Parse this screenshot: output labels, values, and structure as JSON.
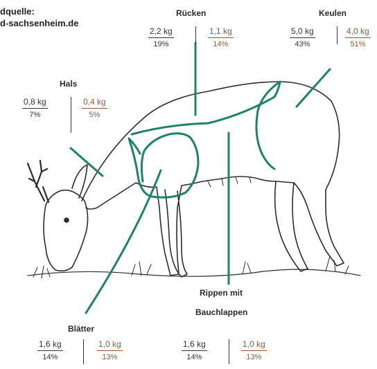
{
  "source_label": [
    "dquelle:",
    "d-sachsenheim.de"
  ],
  "colors": {
    "line": "#1b8466",
    "deer_outline": "#2b2b2b",
    "value_dark": "#333333",
    "value_brown": "#8c5a3c"
  },
  "cuts": {
    "ruecken": {
      "title": "Rücken",
      "left": {
        "weight": "2,2 kg",
        "percent": "19%"
      },
      "right": {
        "weight": "1,1 kg",
        "percent": "14%"
      }
    },
    "keulen": {
      "title": "Keulen",
      "left": {
        "weight": "5,0 kg",
        "percent": "43%"
      },
      "right": {
        "weight": "4,0 kg",
        "percent": "51%"
      }
    },
    "hals": {
      "title": "Hals",
      "left": {
        "weight": "0,8 kg",
        "percent": "7%"
      },
      "right": {
        "weight": "0,4 kg",
        "percent": "5%"
      }
    },
    "blaetter": {
      "title": "Blätter",
      "left": {
        "weight": "1,6 kg",
        "percent": "14%"
      },
      "right": {
        "weight": "1,0 kg",
        "percent": "13%"
      }
    },
    "rippen": {
      "title_line1": "Rippen mit",
      "title_line2": "Bauchlappen",
      "left": {
        "weight": "1,6 kg",
        "percent": "14%"
      },
      "right": {
        "weight": "1,0 kg",
        "percent": "13%"
      }
    }
  }
}
